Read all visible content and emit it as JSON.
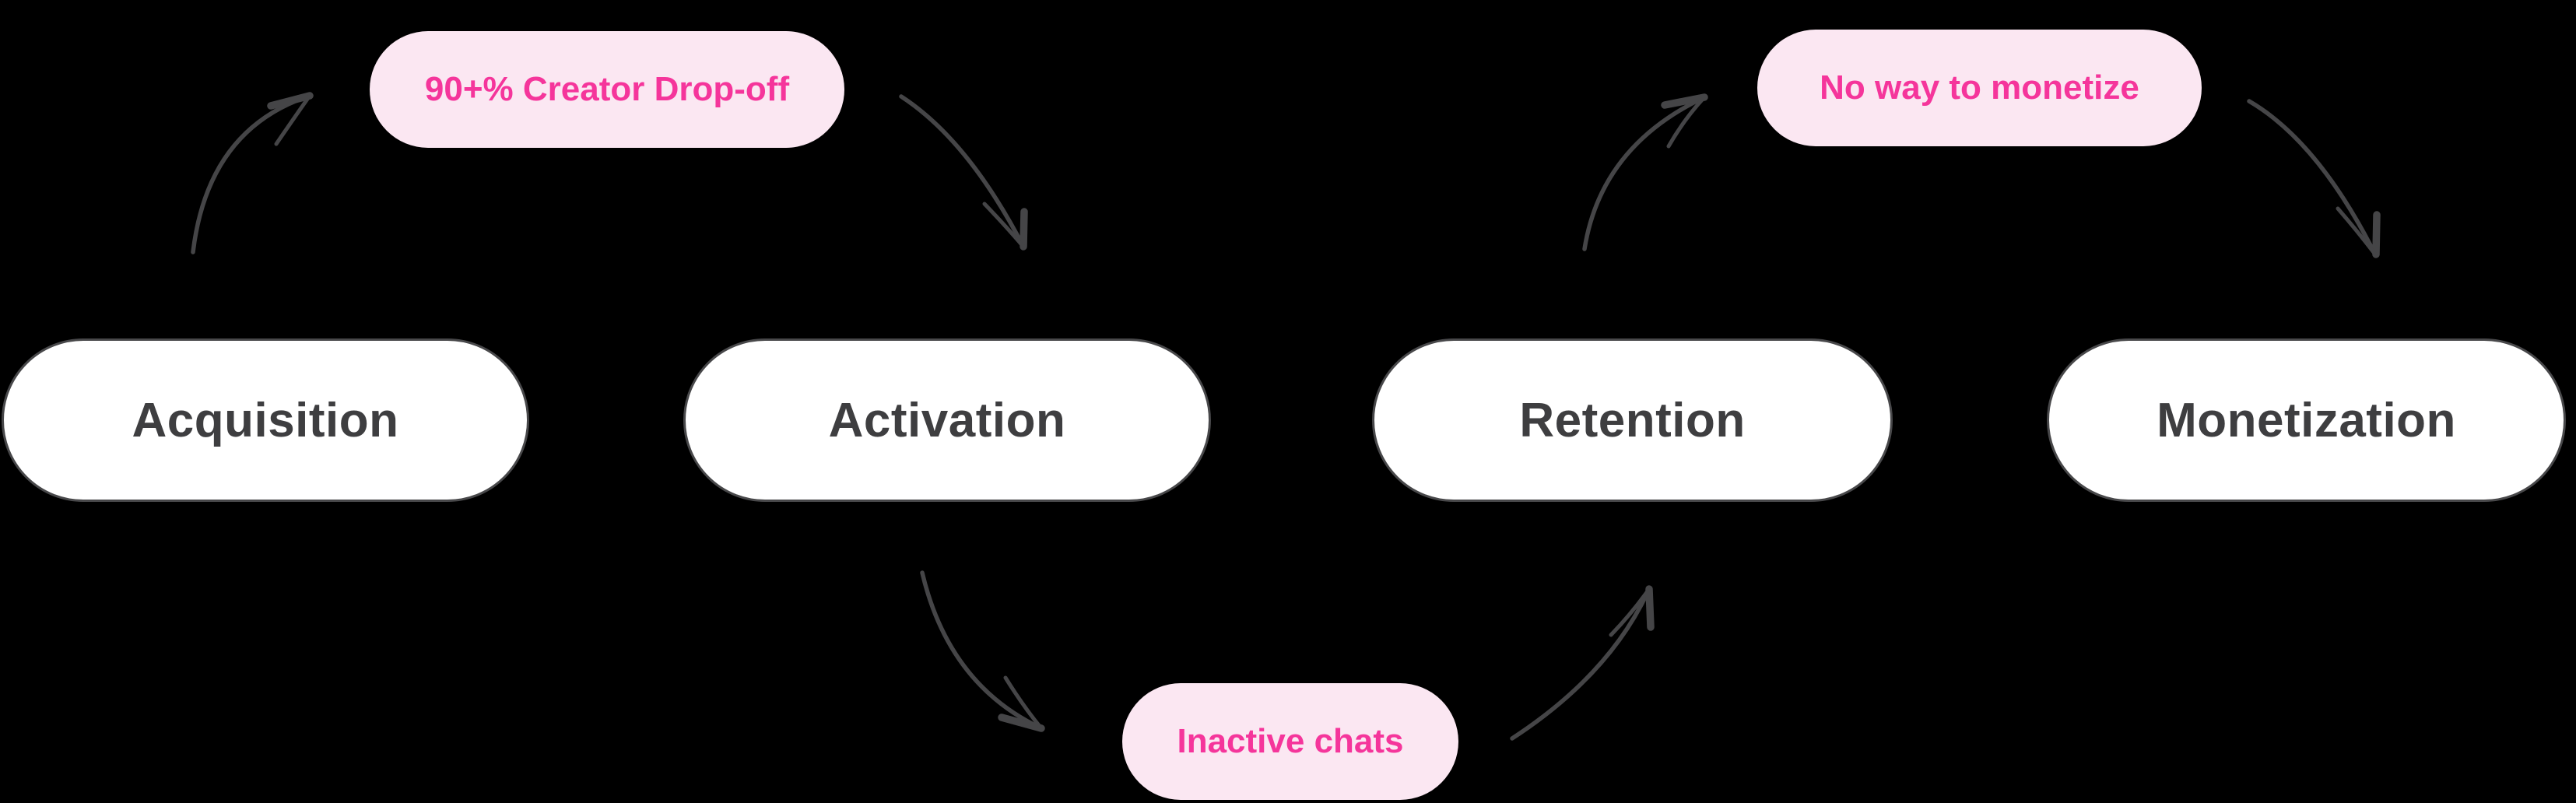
{
  "diagram": {
    "title": "Creator funnel drop-off diagram",
    "stages": [
      {
        "label": "Acquisition"
      },
      {
        "label": "Activation"
      },
      {
        "label": "Retention"
      },
      {
        "label": "Monetization"
      }
    ],
    "annotations": [
      {
        "label": "90+% Creator Drop-off"
      },
      {
        "label": "Inactive chats"
      },
      {
        "label": "No way to monetize"
      }
    ],
    "connectors": [
      {
        "from": "Acquisition",
        "to": "90+% Creator Drop-off"
      },
      {
        "from": "90+% Creator Drop-off",
        "to": "Activation"
      },
      {
        "from": "Activation",
        "to": "Inactive chats"
      },
      {
        "from": "Inactive chats",
        "to": "Retention"
      },
      {
        "from": "Retention",
        "to": "No way to monetize"
      },
      {
        "from": "No way to monetize",
        "to": "Monetization"
      }
    ]
  },
  "colors": {
    "background": "#000000",
    "stage_fill": "#FFFFFF",
    "stage_border": "#48484A",
    "stage_text": "#3E3E40",
    "annotation_fill": "#FBE7F2",
    "annotation_text": "#F5359B",
    "arrow": "#454547"
  }
}
